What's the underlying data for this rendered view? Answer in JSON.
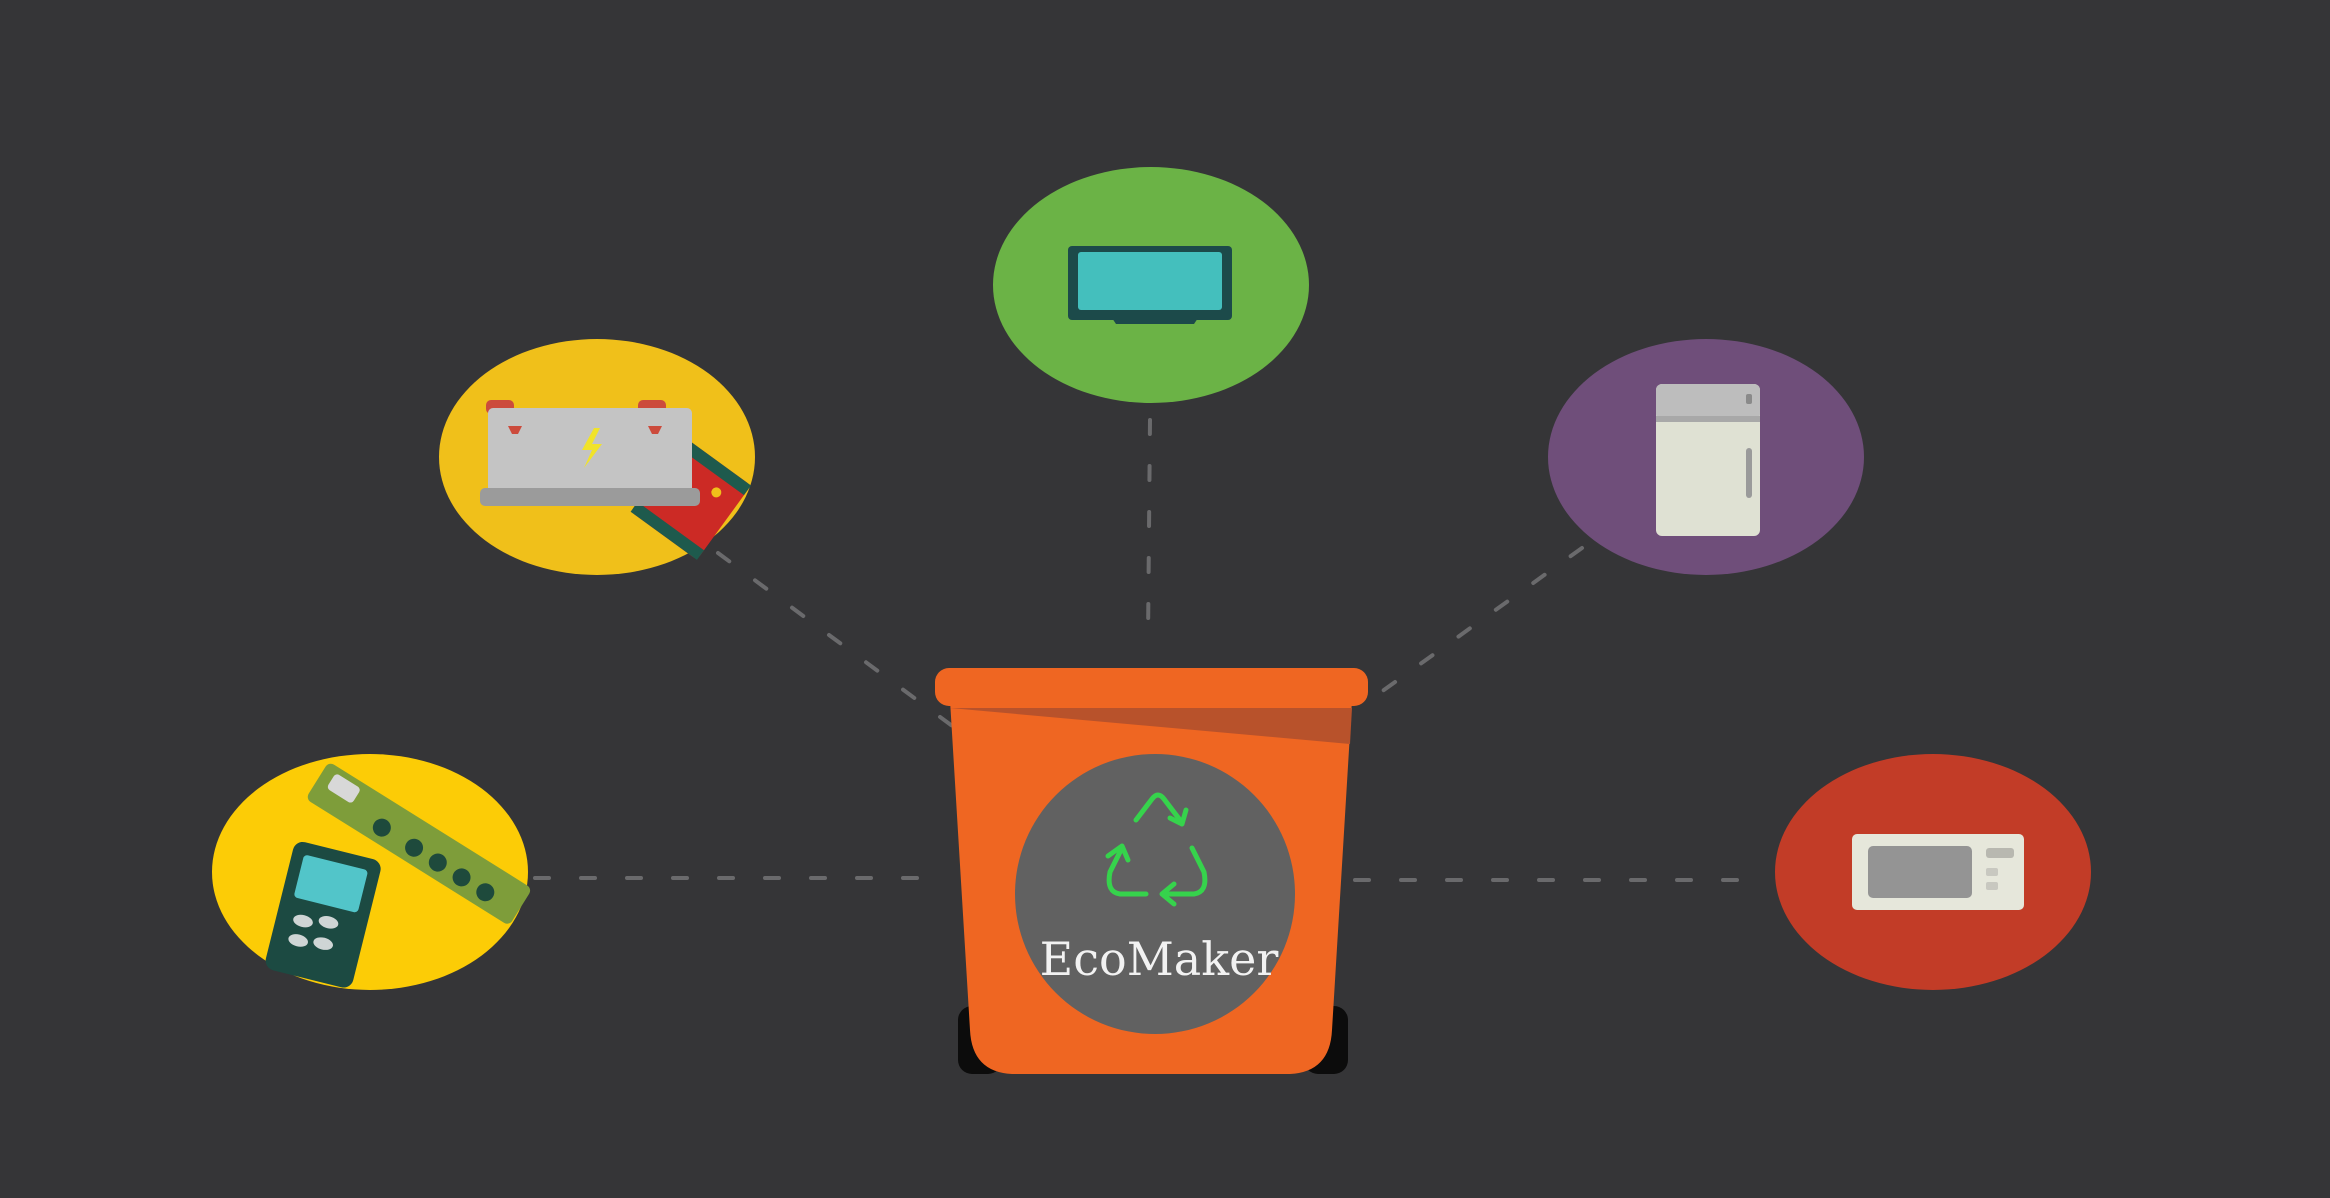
{
  "brand": {
    "name": "EcoMaker",
    "icon": "recycle-icon"
  },
  "items": [
    {
      "id": "electronics",
      "icon": "circuit-board-and-phone-icon"
    },
    {
      "id": "batteries",
      "icon": "car-battery-icon"
    },
    {
      "id": "television",
      "icon": "flat-screen-tv-icon"
    },
    {
      "id": "refrigerator",
      "icon": "refrigerator-icon"
    },
    {
      "id": "microwave",
      "icon": "microwave-icon"
    }
  ],
  "colors": {
    "background": "#353537",
    "bin": "#ef6622",
    "bin_lid": "#ef6622",
    "bin_shade": "#b8522b",
    "badge": "#616161",
    "recycle": "#36d34c",
    "electronics": "#fccc06",
    "batteries": "#f0c01a",
    "television": "#6bb346",
    "refrigerator": "#6f4e7a",
    "microwave": "#c23c27"
  }
}
